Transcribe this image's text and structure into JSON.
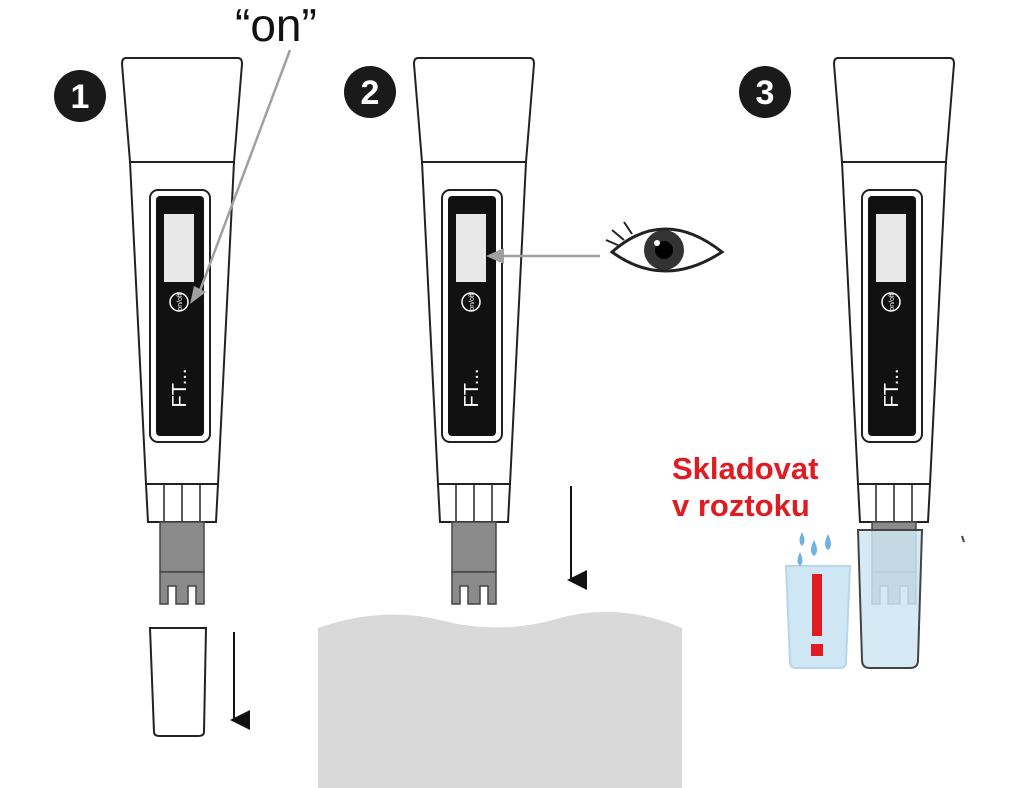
{
  "steps": [
    {
      "number": "1"
    },
    {
      "number": "2"
    },
    {
      "number": "3"
    }
  ],
  "pen": {
    "button_label": "on/off",
    "model_label": "FT..."
  },
  "annotations": {
    "on_label": "“on”",
    "store_line1": "Skladovat",
    "store_line2": "v roztoku"
  },
  "colors": {
    "badge": "#1a1a1a",
    "accent_red": "#e11b22",
    "water_gray": "#d9d9d9",
    "solution_blue": "#cfe6f5"
  }
}
